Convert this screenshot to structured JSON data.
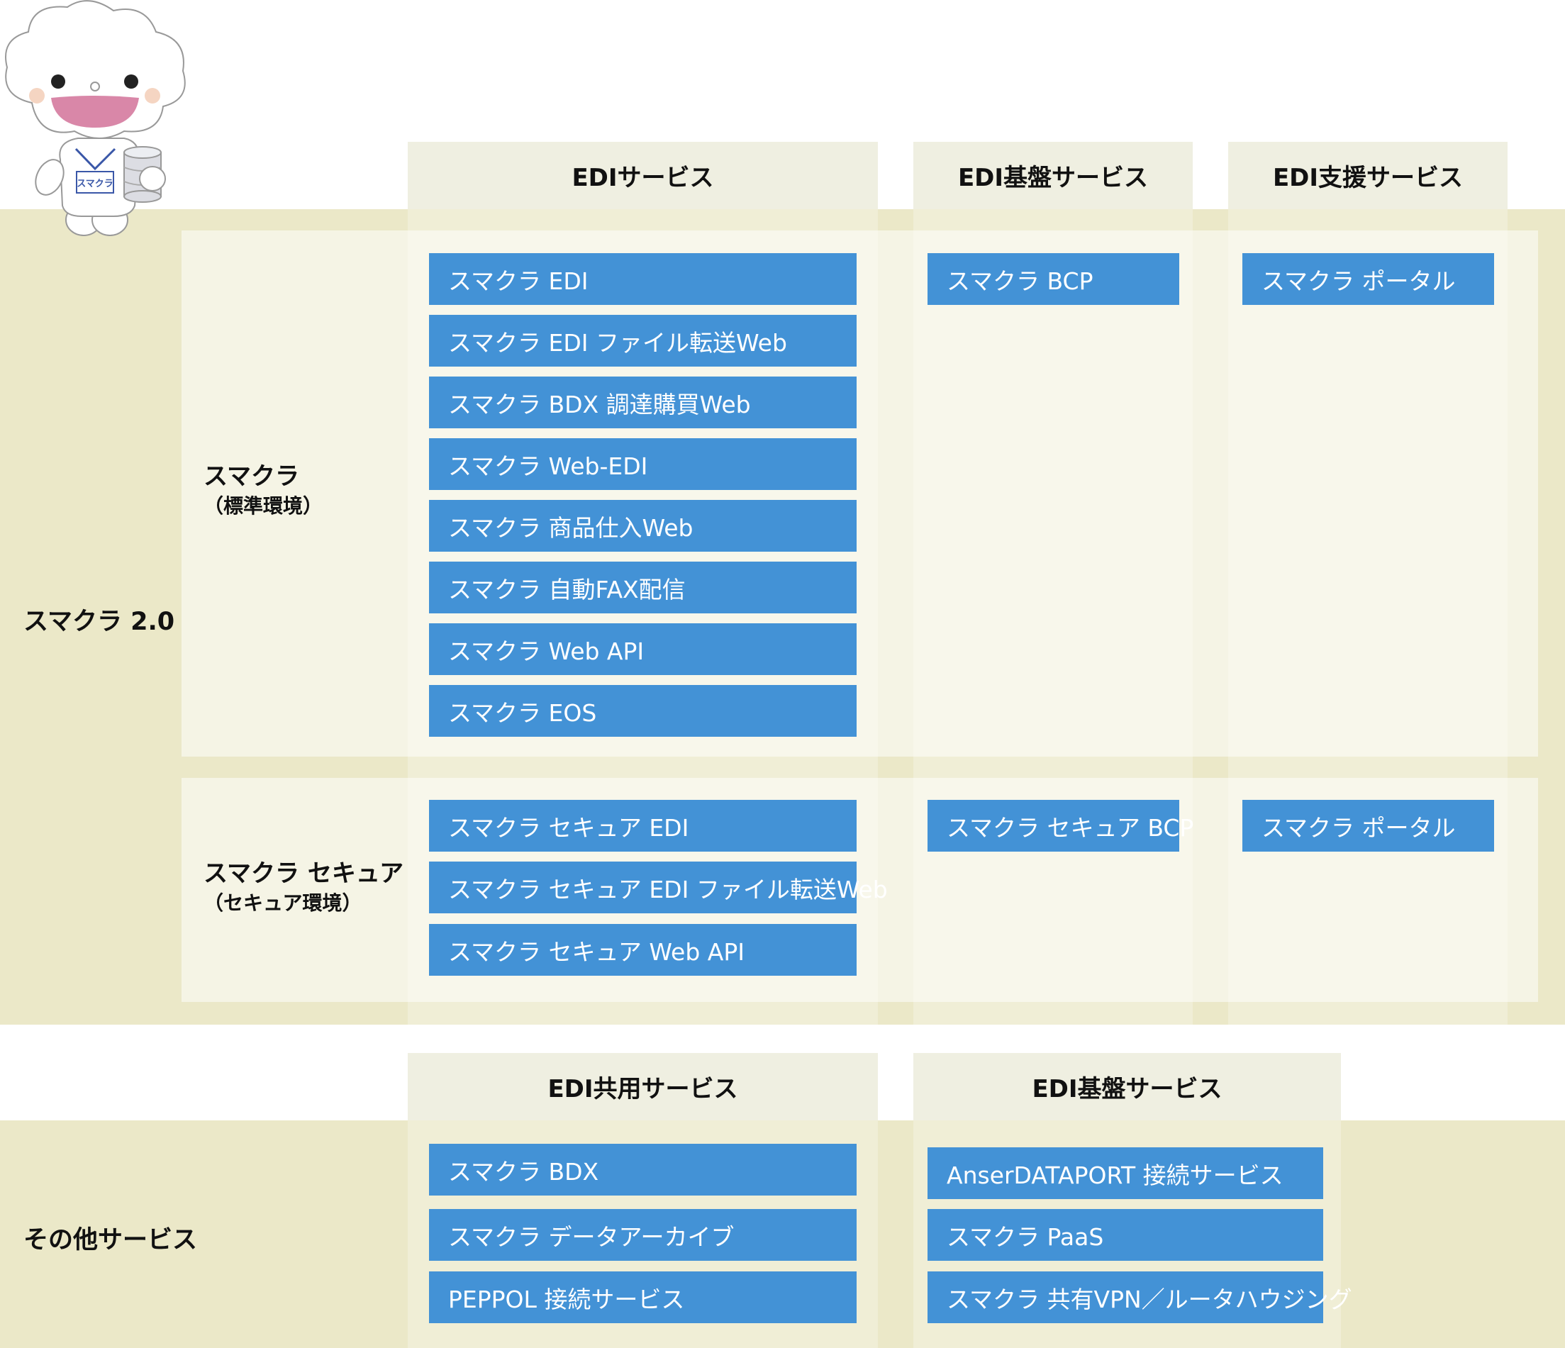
{
  "top_columns": [
    {
      "title": "EDIサービス"
    },
    {
      "title": "EDI基盤サービス"
    },
    {
      "title": "EDI支援サービス"
    }
  ],
  "smacla20": {
    "label": "スマクラ 2.0",
    "standard": {
      "label": "スマクラ",
      "sub": "（標準環境）",
      "edi_services": [
        "スマクラ EDI",
        "スマクラ EDI ファイル転送Web",
        "スマクラ BDX 調達購買Web",
        "スマクラ Web-EDI",
        "スマクラ 商品仕入Web",
        "スマクラ 自動FAX配信",
        "スマクラ Web API",
        "スマクラ EOS"
      ],
      "edi_base_services": [
        "スマクラ BCP"
      ],
      "edi_support_services": [
        "スマクラ ポータル"
      ]
    },
    "secure": {
      "label": "スマクラ セキュア",
      "sub": "（セキュア環境）",
      "edi_services": [
        "スマクラ セキュア EDI",
        "スマクラ セキュア EDI ファイル転送Web",
        "スマクラ セキュア Web API"
      ],
      "edi_base_services": [
        "スマクラ セキュア BCP"
      ],
      "edi_support_services": [
        "スマクラ ポータル"
      ]
    }
  },
  "other": {
    "label": "その他サービス",
    "columns": [
      {
        "title": "EDI共用サービス",
        "items": [
          "スマクラ BDX",
          "スマクラ データアーカイブ",
          "PEPPOL 接続サービス"
        ]
      },
      {
        "title": "EDI基盤サービス",
        "items": [
          "AnserDATAPORT 接続サービス",
          "スマクラ PaaS",
          "スマクラ 共有VPN／ルータハウジング"
        ]
      }
    ]
  },
  "mascot": {
    "badge_text": "スマクラ",
    "icon": "cloud-mascot-icon"
  },
  "colors": {
    "band": "#ebe8c8",
    "header": "#efefe1",
    "button": "#4392d6",
    "button_text": "#ffffff"
  }
}
